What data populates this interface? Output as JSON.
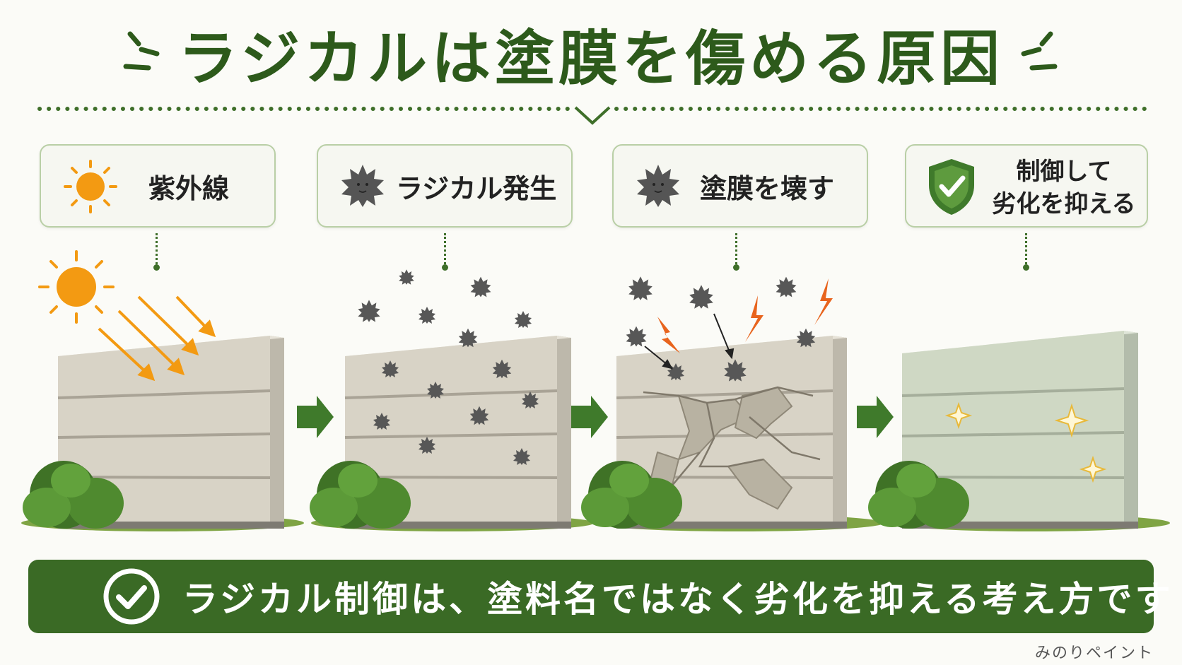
{
  "title": "ラジカルは塗膜を傷める原因",
  "steps": [
    {
      "label": "紫外線",
      "icon": "sun-icon"
    },
    {
      "label": "ラジカル発生",
      "icon": "radical-icon"
    },
    {
      "label": "塗膜を壊す",
      "icon": "radical-icon"
    },
    {
      "label_line1": "制御して",
      "label_line2": "劣化を抑える",
      "icon": "shield-check-icon"
    }
  ],
  "banner": {
    "text": "ラジカル制御は、塗料名ではなく劣化を抑える考え方です",
    "icon": "check-circle-icon"
  },
  "brand": "みのりペイント",
  "colors": {
    "brand_green": "#2d5a1b",
    "banner_green": "#3a6a25",
    "sun": "#f39a12",
    "bolt": "#e8641d",
    "radical": "#555555"
  }
}
